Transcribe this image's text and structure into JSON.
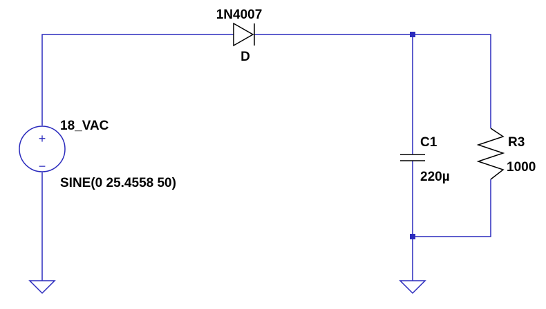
{
  "schematic": {
    "source": {
      "name": "18_VAC",
      "value": "SINE(0 25.4558 50)",
      "plus_sign": "+",
      "minus_sign": "−"
    },
    "diode": {
      "part": "1N4007",
      "name": "D"
    },
    "capacitor": {
      "name": "C1",
      "value": "220µ"
    },
    "resistor": {
      "name": "R3",
      "value": "1000"
    },
    "colors": {
      "wire": "#2b2bbd",
      "component": "#000000",
      "background": "#ffffff"
    }
  }
}
